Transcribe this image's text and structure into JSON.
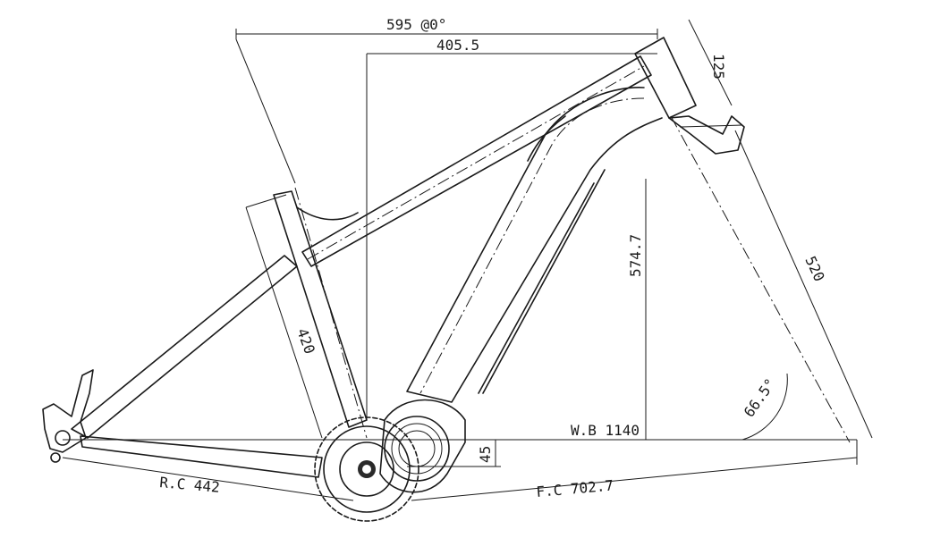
{
  "dimensions": {
    "top_tube": "595 @0°",
    "reach": "405.5",
    "head_tube": "125",
    "stack": "574.7",
    "fork_length": "520",
    "seat_tube": "420",
    "head_angle": "66.5°",
    "wheelbase": "W.B  1140",
    "bb_drop": "45",
    "chainstay": "R.C  442",
    "front_center": "F.C  702.7"
  }
}
